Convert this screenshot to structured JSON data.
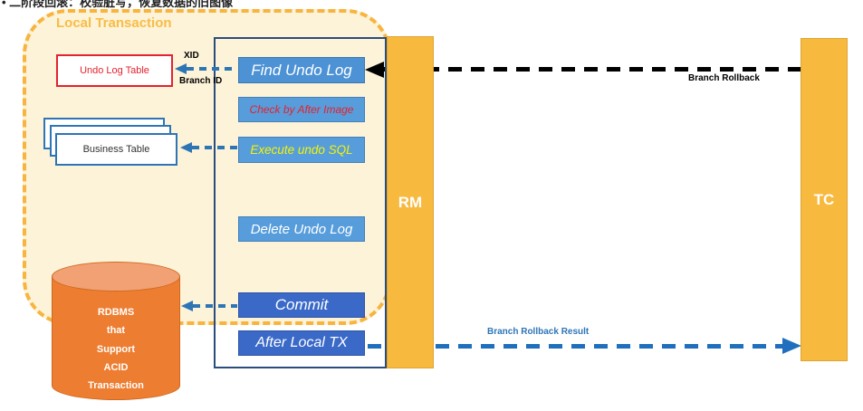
{
  "caption": {
    "text": "• 二阶段回滚：校验脏写，恢复数据的旧图像"
  },
  "local_transaction": {
    "label": "Local Transaction"
  },
  "stores": {
    "undo_log_table": "Undo Log Table",
    "business_table": "Business Table",
    "rdbms": "RDBMS\nthat\nSupport\nACID\nTransaction"
  },
  "steps": {
    "find_undo_log": "Find Undo Log",
    "check_by_after_image": "Check by After Image",
    "execute_undo_sql": "Execute undo SQL",
    "delete_undo_log": "Delete Undo Log",
    "commit": "Commit",
    "after_local_tx": "After Local TX"
  },
  "actors": {
    "rm": "RM",
    "tc": "TC"
  },
  "arrows": {
    "branch_rollback": "Branch Rollback",
    "branch_rollback_result": "Branch Rollback Result",
    "xid": "XID",
    "branch_id": "Branch ID"
  },
  "colors": {
    "boundary_fill": "#FCF3D8",
    "boundary_border": "#F8B43F",
    "actor_bar": "#F7B93E",
    "step_light_blue": "#579DDB",
    "step_dark_blue": "#3A69C7",
    "arrow_blue": "#2E75B6",
    "arrow_black": "#000000",
    "undo_red": "#E42330",
    "cylinder_orange": "#ED7D31",
    "cylinder_top": "#F2A174",
    "sql_yellow": "#F5F400"
  }
}
